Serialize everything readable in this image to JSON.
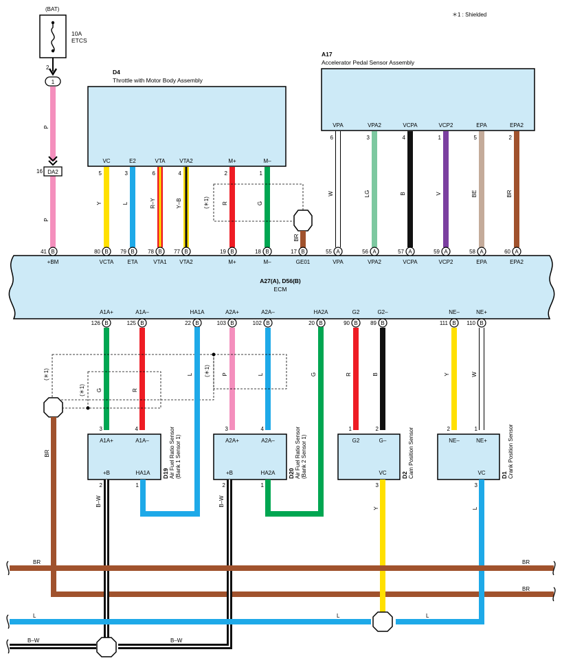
{
  "legend": {
    "shielded": "＊1 : Shielded"
  },
  "fuse": {
    "supply": "(BAT)",
    "rating": "10A",
    "name": "ETCS",
    "pin": "2"
  },
  "connectors": {
    "c1": "1",
    "c2": "DA2",
    "c2_pin": "16"
  },
  "ecm": {
    "code": "A27(A), D56(B)",
    "name": "ECM"
  },
  "d4": {
    "code": "D4",
    "name": "Throttle with Motor Body Assembly"
  },
  "a17": {
    "code": "A17",
    "name": "Accelerator Pedal Sensor Assembly"
  },
  "d19": {
    "code": "D19",
    "name": "Air Fuel Ratio Sensor",
    "sub": "(Bank 1 Sensor 1)"
  },
  "d20": {
    "code": "D20",
    "name": "Air Fuel Ratio Sensor",
    "sub": "(Bank 2 Sensor 1)"
  },
  "d2": {
    "code": "D2",
    "name": "Cam Position Sensor"
  },
  "d1": {
    "code": "D1",
    "name": "Crank Position Sensor"
  },
  "shield_mark": "(＊1)",
  "wires": {
    "w_bm_top": "P",
    "w_bm_bot": "P",
    "w_vc": "Y",
    "w_e2": "L",
    "w_vta": "R–Y",
    "w_vta2": "Y–B",
    "w_mp": "R",
    "w_mm": "G",
    "w_ge01": "BR",
    "w_vpa": "W",
    "w_vpa2": "LG",
    "w_vcpa": "B",
    "w_vcp2": "V",
    "w_epa": "BE",
    "w_epa2": "BR",
    "w_a1p": "G",
    "w_a1m": "R",
    "w_ha1a": "L",
    "w_a2p": "P",
    "w_a2m": "L",
    "w_ha2a": "G",
    "w_g2": "R",
    "w_g2m": "B",
    "w_nem": "Y",
    "w_nep": "W",
    "w_d19b": "B–W",
    "w_d20b": "B–W",
    "w_d2vc": "Y",
    "w_d1vc": "L",
    "w_shield_l": "BR",
    "w_bus_br1l": "BR",
    "w_bus_br1r": "BR",
    "w_bus_br2r": "BR",
    "w_bus_l1": "L",
    "w_bus_l2": "L",
    "w_bus_l3": "L",
    "w_bus_bw1": "B–W",
    "w_bus_bw2": "B–W"
  },
  "ecm_top_pins": [
    {
      "num": "41",
      "conn": "B",
      "label": "+BM"
    },
    {
      "num": "80",
      "conn": "B",
      "label": "VCTA"
    },
    {
      "num": "79",
      "conn": "B",
      "label": "ETA"
    },
    {
      "num": "78",
      "conn": "B",
      "label": "VTA1"
    },
    {
      "num": "77",
      "conn": "B",
      "label": "VTA2"
    },
    {
      "num": "19",
      "conn": "B",
      "label": "M+"
    },
    {
      "num": "18",
      "conn": "B",
      "label": "M–"
    },
    {
      "num": "17",
      "conn": "B",
      "label": "GE01"
    },
    {
      "num": "55",
      "conn": "A",
      "label": "VPA"
    },
    {
      "num": "56",
      "conn": "A",
      "label": "VPA2"
    },
    {
      "num": "57",
      "conn": "A",
      "label": "VCPA"
    },
    {
      "num": "59",
      "conn": "A",
      "label": "VCP2"
    },
    {
      "num": "58",
      "conn": "A",
      "label": "EPA"
    },
    {
      "num": "60",
      "conn": "A",
      "label": "EPA2"
    }
  ],
  "ecm_bottom_pins": [
    {
      "num": "126",
      "conn": "B",
      "label": "A1A+"
    },
    {
      "num": "125",
      "conn": "B",
      "label": "A1A–"
    },
    {
      "num": "22",
      "conn": "B",
      "label": "HA1A"
    },
    {
      "num": "103",
      "conn": "B",
      "label": "A2A+"
    },
    {
      "num": "102",
      "conn": "B",
      "label": "A2A–"
    },
    {
      "num": "20",
      "conn": "B",
      "label": "HA2A"
    },
    {
      "num": "90",
      "conn": "B",
      "label": "G2"
    },
    {
      "num": "89",
      "conn": "B",
      "label": "G2–"
    },
    {
      "num": "111",
      "conn": "B",
      "label": "NE–"
    },
    {
      "num": "110",
      "conn": "B",
      "label": "NE+"
    }
  ],
  "d4_pins": [
    {
      "num": "5",
      "label": "VC"
    },
    {
      "num": "3",
      "label": "E2"
    },
    {
      "num": "6",
      "label": "VTA"
    },
    {
      "num": "4",
      "label": "VTA2"
    },
    {
      "num": "2",
      "label": "M+"
    },
    {
      "num": "1",
      "label": "M–"
    }
  ],
  "a17_pins": [
    {
      "num": "6",
      "label": "VPA"
    },
    {
      "num": "3",
      "label": "VPA2"
    },
    {
      "num": "4",
      "label": "VCPA"
    },
    {
      "num": "1",
      "label": "VCP2"
    },
    {
      "num": "5",
      "label": "EPA"
    },
    {
      "num": "2",
      "label": "EPA2"
    }
  ],
  "d19_pins": {
    "top": [
      {
        "num": "3",
        "label": "A1A+"
      },
      {
        "num": "4",
        "label": "A1A–"
      }
    ],
    "bottom": [
      {
        "num": "2",
        "label": "+B"
      },
      {
        "num": "1",
        "label": "HA1A"
      }
    ]
  },
  "d20_pins": {
    "top": [
      {
        "num": "3",
        "label": "A2A+"
      },
      {
        "num": "4",
        "label": "A2A–"
      }
    ],
    "bottom": [
      {
        "num": "2",
        "label": "+B"
      },
      {
        "num": "1",
        "label": "HA2A"
      }
    ]
  },
  "d2_pins": {
    "top": [
      {
        "num": "1",
        "label": "G2"
      },
      {
        "num": "2",
        "label": "G–"
      }
    ],
    "bottom": [
      {
        "num": "3",
        "label": "VC"
      }
    ]
  },
  "d1_pins": {
    "top": [
      {
        "num": "2",
        "label": "NE–"
      },
      {
        "num": "1",
        "label": "NE+"
      }
    ],
    "bottom": [
      {
        "num": "3",
        "label": "VC"
      }
    ]
  },
  "colors": {
    "pink": "#f48fbd",
    "yellow": "#ffe000",
    "blue": "#1ea9e8",
    "red": "#ee1c24",
    "green": "#00a651",
    "brown": "#a0522d",
    "black": "#111111",
    "lightgreen": "#7dc8a0",
    "violet": "#7b3fa0",
    "beige": "#c4ab9a",
    "ecm_fill": "#cdeaf7"
  }
}
